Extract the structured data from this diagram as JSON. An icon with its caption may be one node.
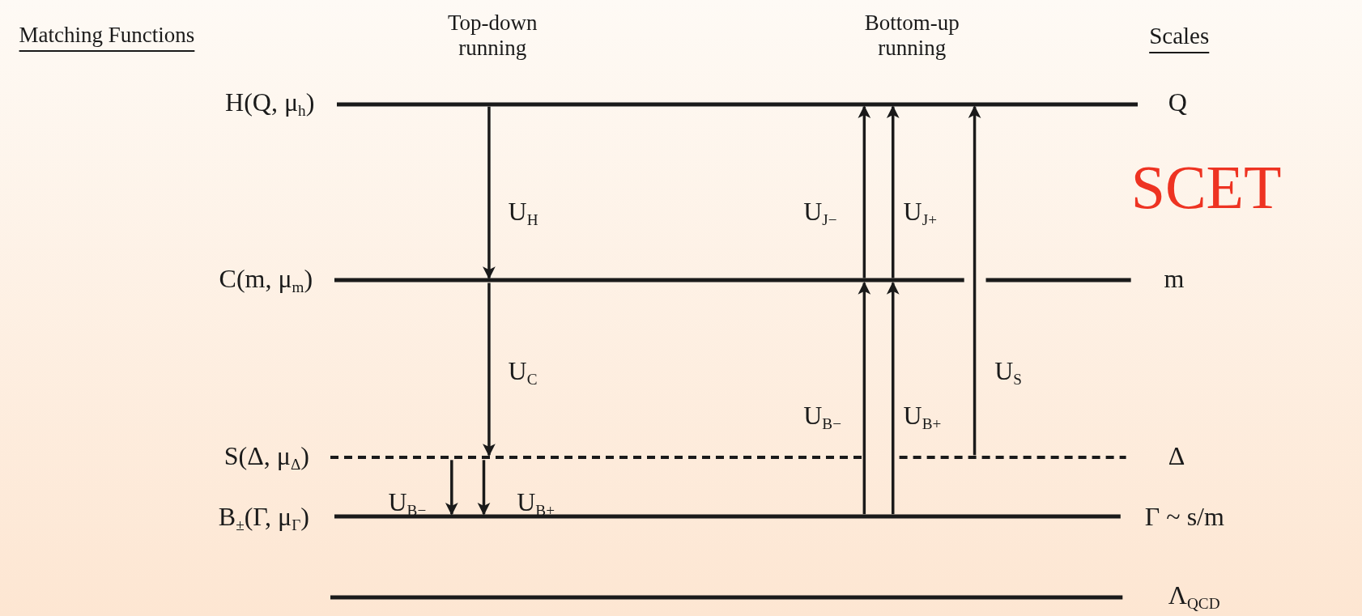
{
  "diagram": {
    "nodes": [
      {
        "text": [],
        "shape": "bar",
        "beside": [
          "H(Q, μ$_{h}$)",
          "Q"
        ]
      },
      {
        "text": [],
        "shape": "bar",
        "beside": [
          "C(m, μ$_{m}$)",
          "m"
        ]
      },
      {
        "text": [],
        "shape": "bar",
        "beside": [
          "S(Δ, μ$_{Δ}$)",
          "Δ"
        ]
      },
      {
        "text": [],
        "shape": "bar",
        "beside": [
          "B$_{±}$(Γ, μ$_{Γ}$)",
          "Γ ~ s/m"
        ]
      },
      {
        "text": [],
        "shape": "bar",
        "beside": [
          "Λ$_{QCD}$"
        ]
      }
    ],
    "edges": [
      {
        "from": 0,
        "to": 1,
        "arrow": "to",
        "label": "U$_{H}$"
      },
      {
        "from": 1,
        "to": 2,
        "arrow": "to",
        "label": "U$_{C}$"
      },
      {
        "from": 2,
        "to": 3,
        "arrow": "to",
        "label": "U$_{B−}$"
      },
      {
        "from": 2,
        "to": 3,
        "arrow": "to",
        "label": "U$_{B+}$"
      },
      {
        "from": 1,
        "to": 0,
        "arrow": "to",
        "label": "U$_{J−}$"
      },
      {
        "from": 1,
        "to": 0,
        "arrow": "to",
        "label": "U$_{J+}$"
      },
      {
        "from": 3,
        "to": 1,
        "arrow": "to",
        "label": "U$_{B−}$"
      },
      {
        "from": 3,
        "to": 1,
        "arrow": "to",
        "label": "U$_{B+}$"
      },
      {
        "from": 2,
        "to": 0,
        "arrow": "to",
        "label": "U$_{S}$"
      }
    ],
    "labels": [
      "Matching Functions",
      "Top-down running",
      "Bottom-up running",
      "Scales",
      "SCET"
    ]
  }
}
